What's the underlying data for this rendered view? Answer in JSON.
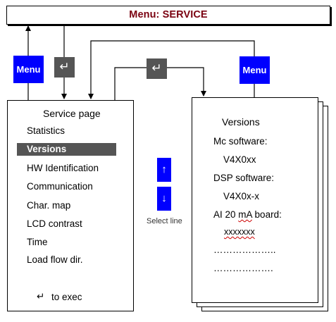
{
  "title": "Menu: SERVICE",
  "menu_left_label": "Menu",
  "menu_right_label": "Menu",
  "enter_glyph": "↵",
  "service_page": {
    "heading": "Service page",
    "items": [
      "Statistics",
      "Versions",
      "HW Identification",
      "Communication",
      "Char. map",
      "LCD contrast",
      "Time",
      "Load flow dir."
    ],
    "selected_index": 1,
    "footer_glyph": "↵",
    "footer_text": "to exec"
  },
  "select_line": {
    "label": "Select line",
    "up_glyph": "↑",
    "down_glyph": "↓"
  },
  "versions_page": {
    "heading": "Versions",
    "mc_label": "Mc software:",
    "mc_value": "V4X0xx",
    "dsp_label": "DSP software:",
    "dsp_value": "V4X0x-x",
    "ai_label_pre": "AI 20 ",
    "ai_label_mid": "mA",
    "ai_label_post": " board:",
    "ai_value": "xxxxxxx",
    "dots1": "………………..",
    "dots2": "………………."
  },
  "colors": {
    "title": "#7a0010",
    "menu_button": "#0000ff",
    "enter_button": "#555555",
    "selected_row": "#555555"
  }
}
